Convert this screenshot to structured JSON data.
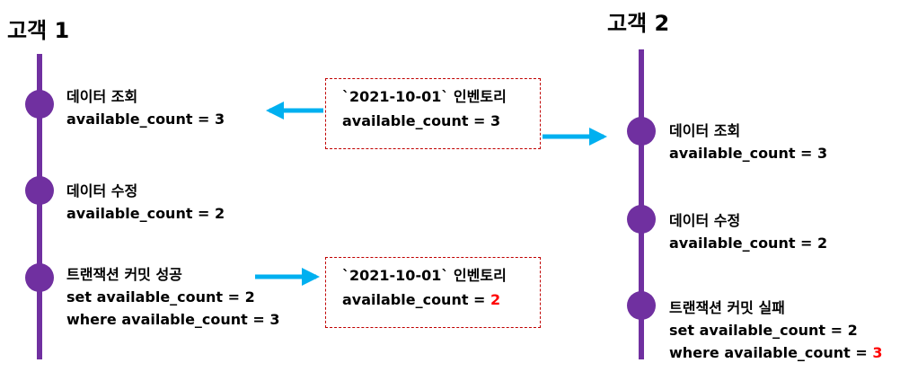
{
  "colors": {
    "timeline": "#7030a0",
    "arrow": "#00b0f0",
    "box_border": "#c00000",
    "highlight": "#ff0000"
  },
  "customer1": {
    "title": "고객 1",
    "events": [
      {
        "line1": "데이터 조회",
        "line2": "available_count = 3"
      },
      {
        "line1": "데이터 수정",
        "line2": "available_count = 2"
      },
      {
        "line1": "트랜잭션 커밋 성공",
        "line2": "set available_count = 2",
        "line3": "where available_count = 3"
      }
    ]
  },
  "customer2": {
    "title": "고객 2",
    "events": [
      {
        "line1": "데이터 조회",
        "line2": "available_count = 3"
      },
      {
        "line1": "데이터 수정",
        "line2": "available_count = 2"
      },
      {
        "line1": "트랜잭션 커밋 실패",
        "line2": "set available_count = 2",
        "line3_prefix": "where available_count = ",
        "line3_value": "3"
      }
    ]
  },
  "inventory_before": {
    "title": "`2021-10-01` 인벤토리",
    "value": "available_count = 3"
  },
  "inventory_after": {
    "title": "`2021-10-01` 인벤토리",
    "value_prefix": "available_count = ",
    "value_highlight": "2"
  }
}
